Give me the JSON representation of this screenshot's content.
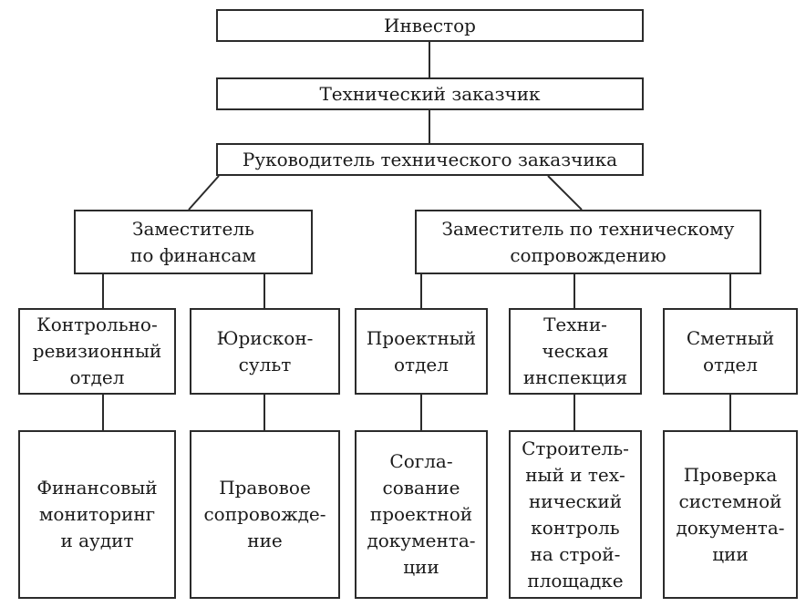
{
  "diagram": {
    "investor": "Инвестор",
    "technical_customer": "Технический заказчик",
    "head": "Руководитель технического заказчика",
    "deputy_finance": "Заместитель\nпо финансам",
    "deputy_technical": "Заместитель по техническому\nсопровождению",
    "departments": [
      "Контрольно-\nревизионный\nотдел",
      "Юрискон-\nсульт",
      "Проектный\nотдел",
      "Техни-\nческая\nинспекция",
      "Сметный\nотдел"
    ],
    "functions": [
      "Финансовый\nмониторинг\nи аудит",
      "Правовое\nсопровожде-\nние",
      "Согла-\nсование\nпроектной\nдокумента-\nции",
      "Строитель-\nный и тех-\nнический\nконтроль\nна строй-\nплощадке",
      "Проверка\nсистемной\nдокумента-\nции"
    ]
  }
}
